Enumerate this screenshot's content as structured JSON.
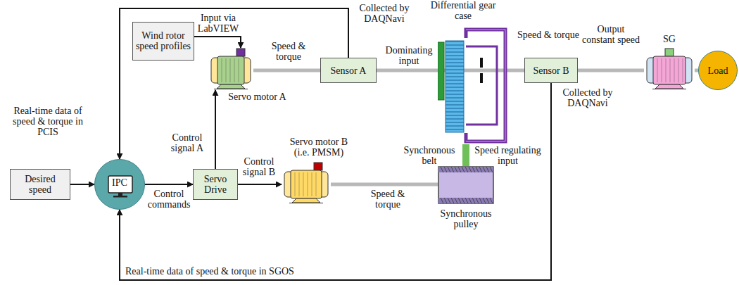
{
  "diagram": {
    "nodes": [
      {
        "text": [
          "Wind rotor speed profiles"
        ]
      },
      {
        "text": [
          "Servo motor A"
        ]
      },
      {
        "text": [
          "Sensor A"
        ]
      },
      {
        "text": [
          "Differential gear case"
        ]
      },
      {
        "text": [
          "Sensor B"
        ]
      },
      {
        "text": [
          "SG"
        ]
      },
      {
        "text": [
          "Load"
        ]
      },
      {
        "text": [
          "Desired speed"
        ]
      },
      {
        "text": [
          "IPC"
        ]
      },
      {
        "text": [
          "Servo Drive"
        ]
      },
      {
        "text": [
          "Servo motor B (i.e. PMSM)"
        ]
      },
      {
        "text": [
          "Synchronous pulley"
        ]
      }
    ],
    "edges": [
      {
        "from": 0,
        "to": 1,
        "arrow": "to"
      },
      {
        "from": 1,
        "to": 2,
        "arrow": "none"
      },
      {
        "from": 2,
        "to": 3,
        "arrow": "none"
      },
      {
        "from": 3,
        "to": 4,
        "arrow": "none"
      },
      {
        "from": 4,
        "to": 5,
        "arrow": "none"
      },
      {
        "from": 5,
        "to": 6,
        "arrow": "none"
      },
      {
        "from": 7,
        "to": 8,
        "arrow": "to"
      },
      {
        "from": 8,
        "to": 9,
        "arrow": "to"
      },
      {
        "from": 9,
        "to": 1,
        "arrow": "to"
      },
      {
        "from": 9,
        "to": 10,
        "arrow": "to"
      },
      {
        "from": 10,
        "to": 11,
        "arrow": "none"
      },
      {
        "from": 11,
        "to": 3,
        "arrow": "none"
      },
      {
        "from": 2,
        "to": 8,
        "arrow": "to"
      },
      {
        "from": 4,
        "to": 8,
        "arrow": "to"
      }
    ],
    "labels": [
      "Collected by DAQNavi",
      "Real-time data of speed & torque in PCIS",
      "Input via LabVIEW",
      "Speed & torque",
      "Dominating input",
      "Speed & torque",
      "Output constant speed",
      "Collected by DAQNavi",
      "Control signal A",
      "Control commands",
      "Control signal B",
      "Synchronous belt",
      "Speed regulating input",
      "Speed & torque",
      "Real-time data of speed & torque in SGOS"
    ]
  }
}
